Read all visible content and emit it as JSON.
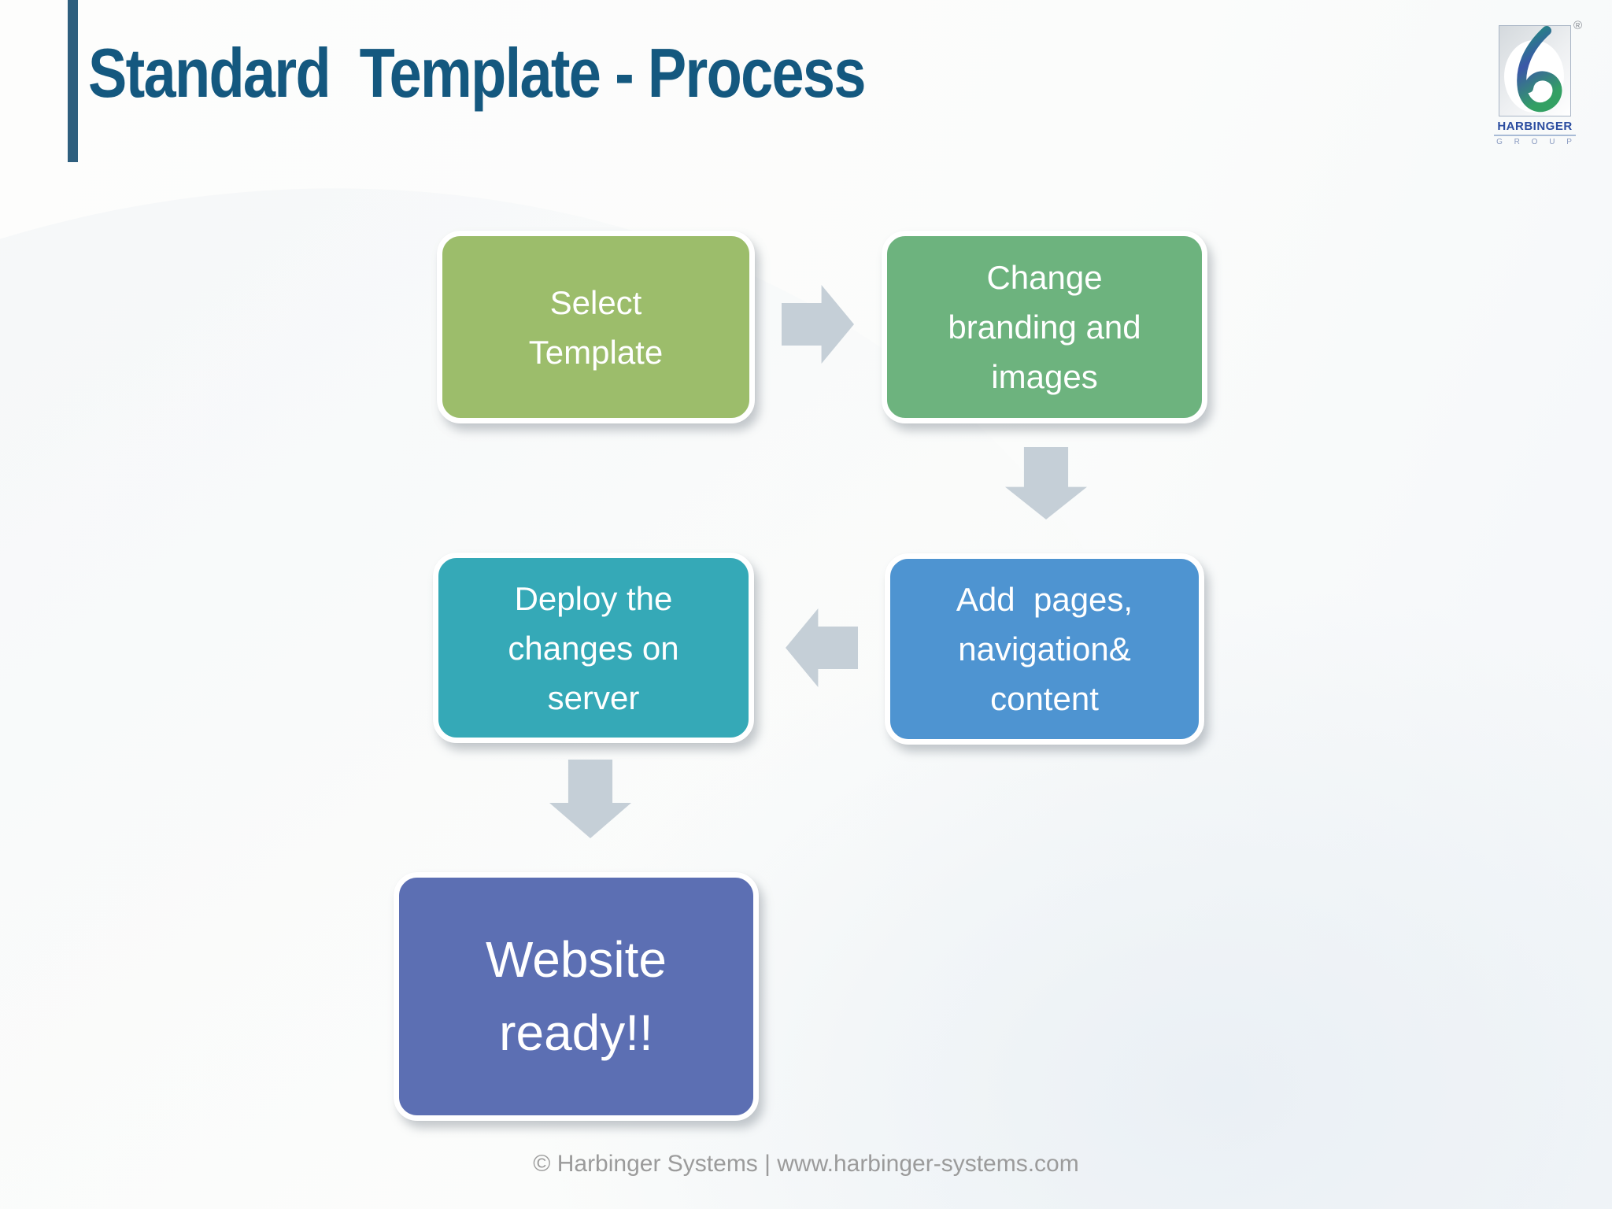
{
  "slide": {
    "title": "Standard  Template - Process",
    "title_color": "#14587f",
    "accent_bar_color": "#2e5f7e"
  },
  "logo": {
    "brand": "HARBINGER",
    "group": "G R O U P",
    "registered_mark": "®",
    "brand_color": "#2b4da0",
    "mark_icon": "harbinger-swirl-icon"
  },
  "flow": {
    "arrow_color": "#c5cfd7",
    "steps": [
      {
        "label": "Select\nTemplate",
        "color": "#9cbd6b"
      },
      {
        "label": "Change\nbranding and\nimages",
        "color": "#6db37e"
      },
      {
        "label": "Add  pages,\nnavigation&\ncontent",
        "color": "#4e94d1"
      },
      {
        "label": "Deploy the\nchanges on\nserver",
        "color": "#35a9b7"
      },
      {
        "label": "Website\nready!!",
        "color": "#5c6fb3"
      }
    ],
    "arrows": [
      {
        "direction": "right",
        "from": 1,
        "to": 2
      },
      {
        "direction": "down",
        "from": 2,
        "to": 3
      },
      {
        "direction": "left",
        "from": 3,
        "to": 4
      },
      {
        "direction": "down",
        "from": 4,
        "to": 5
      }
    ]
  },
  "footer": {
    "text": "© Harbinger Systems | www.harbinger-systems.com"
  }
}
